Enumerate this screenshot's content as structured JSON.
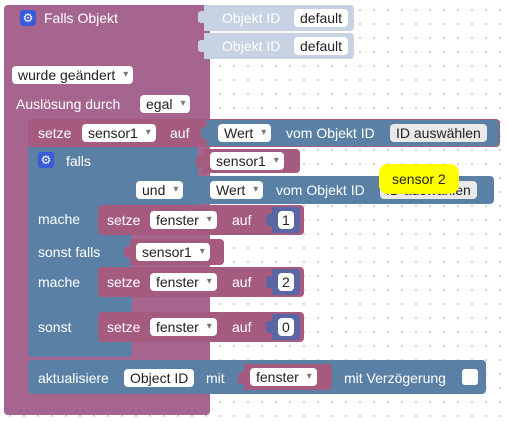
{
  "colors": {
    "control": "#a5658f",
    "control_dark": "#8a4f76",
    "variable": "#a55b80",
    "object": "#5b80a5",
    "object_light": "#c7d3e2",
    "math": "#5b67a5",
    "tooltip": "#ffff00"
  },
  "icons": [
    "gear-icon",
    "dropdown-arrow-icon"
  ],
  "trigger": {
    "title": "Falls Objekt",
    "object_label": "Objekt ID",
    "object_value_1": "default",
    "object_value_2": "default",
    "changed": "wurde geändert",
    "trigger_label": "Auslösung durch",
    "trigger_value": "egal"
  },
  "set_var": {
    "label": "setze",
    "var": "sensor1",
    "auf": "auf",
    "value_field": "Wert",
    "from_object": "vom Objekt ID",
    "select_id": "ID auswählen"
  },
  "if_block": {
    "falls": "falls",
    "var": "sensor1",
    "and": "und",
    "value_field": "Wert",
    "from_object": "vom Objekt ID",
    "select_id": "ID auswählen",
    "tooltip": "sensor 2",
    "mache_1": "mache",
    "sonst_falls": "sonst falls",
    "sonst_falls_var": "sensor1",
    "mache_2": "mache",
    "sonst": "sonst"
  },
  "set_1": {
    "label": "setze",
    "var": "fenster",
    "auf": "auf",
    "value": "1"
  },
  "set_2": {
    "label": "setze",
    "var": "fenster",
    "auf": "auf",
    "value": "2"
  },
  "set_3": {
    "label": "setze",
    "var": "fenster",
    "auf": "auf",
    "value": "0"
  },
  "update": {
    "label": "aktualisiere",
    "object_id": "Object ID",
    "with": "mit",
    "var": "fenster",
    "delay": "mit Verzögerung"
  }
}
